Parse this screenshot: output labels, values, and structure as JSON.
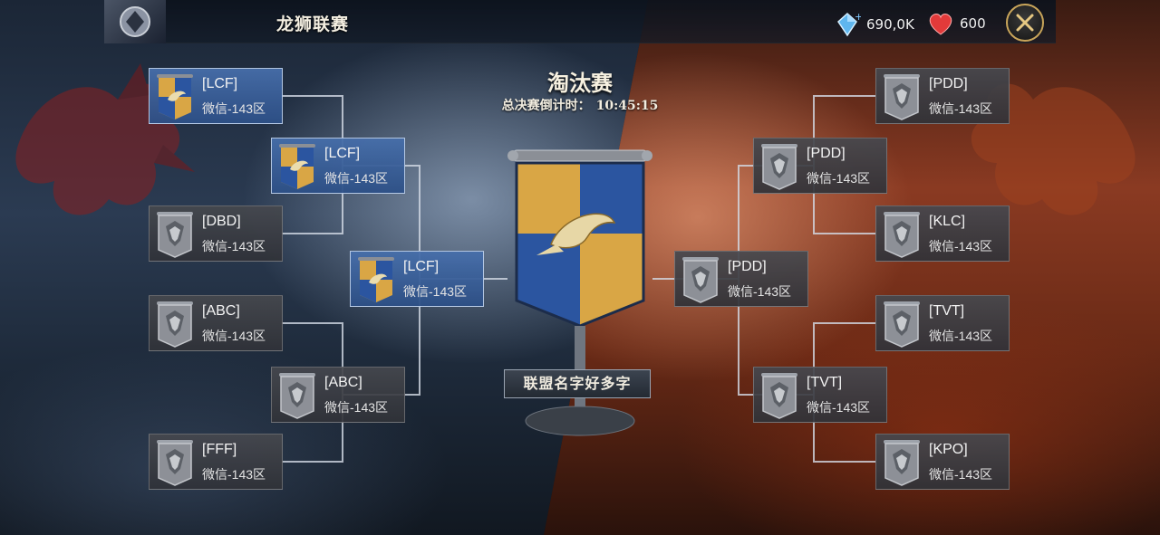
{
  "header": {
    "title": "龙狮联赛",
    "crystal_amount": "690,0K",
    "heart_amount": "600"
  },
  "bracket": {
    "stage_title": "淘汰赛",
    "countdown_label": "总决赛倒计时：",
    "countdown_time": "10:45:15",
    "winner_alliance_name": "联盟名字好多字"
  },
  "left": {
    "round1": [
      {
        "tag": "[LCF]",
        "server": "微信-143区",
        "shield": "gold-blue"
      },
      {
        "tag": "[DBD]",
        "server": "微信-143区",
        "shield": "silver"
      },
      {
        "tag": "[ABC]",
        "server": "微信-143区",
        "shield": "silver"
      },
      {
        "tag": "[FFF]",
        "server": "微信-143区",
        "shield": "silver"
      }
    ],
    "round2": [
      {
        "tag": "[LCF]",
        "server": "微信-143区",
        "shield": "gold-blue"
      },
      {
        "tag": "[ABC]",
        "server": "微信-143区",
        "shield": "silver"
      }
    ],
    "final": {
      "tag": "[LCF]",
      "server": "微信-143区",
      "shield": "gold-blue"
    }
  },
  "right": {
    "round1": [
      {
        "tag": "[PDD]",
        "server": "微信-143区",
        "shield": "silver"
      },
      {
        "tag": "[KLC]",
        "server": "微信-143区",
        "shield": "silver"
      },
      {
        "tag": "[TVT]",
        "server": "微信-143区",
        "shield": "silver"
      },
      {
        "tag": "[KPO]",
        "server": "微信-143区",
        "shield": "silver"
      }
    ],
    "round2": [
      {
        "tag": "[PDD]",
        "server": "微信-143区",
        "shield": "silver"
      },
      {
        "tag": "[TVT]",
        "server": "微信-143区",
        "shield": "silver"
      }
    ],
    "final": {
      "tag": "[PDD]",
      "server": "微信-143区",
      "shield": "silver"
    }
  },
  "icons": {
    "crystal": "crystal-icon",
    "heart": "heart-icon",
    "close": "close-icon",
    "shield": "alliance-shield-icon"
  },
  "colors": {
    "left_side": "#2b3b52",
    "right_side": "#8a3a22",
    "winner_highlight": "#46709f",
    "gold": "#d9a645",
    "blue": "#2b55a0"
  }
}
